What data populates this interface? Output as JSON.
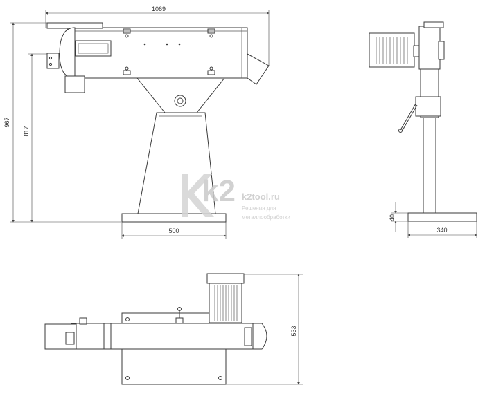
{
  "dimensions": {
    "overall_width": "1069",
    "overall_height": "967",
    "table_height": "817",
    "base_width_front": "500",
    "base_thickness": "40",
    "base_width_side": "340",
    "top_depth": "533"
  },
  "watermark": {
    "logo": "k2",
    "site": "k2tool.ru",
    "line1": "Решения для",
    "line2": "металлообработки"
  },
  "colors": {
    "line": "#3a3a3a",
    "watermark": "#c9c9c9"
  }
}
